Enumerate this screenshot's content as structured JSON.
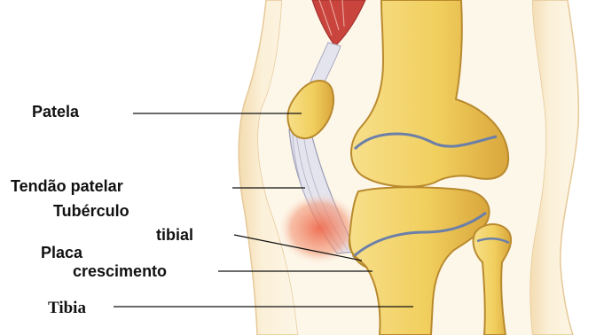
{
  "labels": {
    "patela": "Patela",
    "tendao_patelar": "Tendão patelar",
    "tuberculo_line1": "Tubérculo",
    "tuberculo_line2": "tibial",
    "placa_line1": "Placa",
    "placa_line2": "crescimento",
    "tibia": "Tibia"
  },
  "colors": {
    "bone": "#f1cf5e",
    "bone_shade": "#d8a43a",
    "skin": "#fbf0d8",
    "tendon": "#e4e4ee",
    "inflammation": "#ef7a5e",
    "muscle": "#c8443d",
    "growth_plate": "#6b7fa8"
  }
}
